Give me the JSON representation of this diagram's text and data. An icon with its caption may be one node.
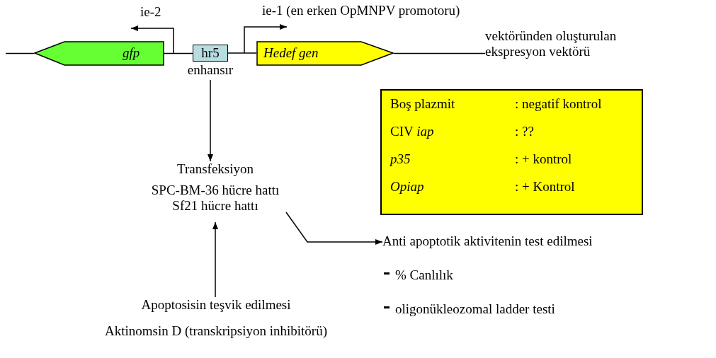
{
  "diagram": {
    "nodes": [
      {
        "text": [
          "gfp"
        ]
      },
      {
        "text": [
          "hr5"
        ],
        "beside": [
          "enhansır"
        ]
      },
      {
        "text": [
          "Hedef gen"
        ]
      },
      {
        "text": [
          "Transfeksiyon",
          "SPC-BM-36 hücre hattı Sf21 hücre hattı"
        ]
      },
      {
        "text": [
          "Apoptosisin teşvik edilmesi",
          "Aktinomsin D (transkripsiyon inhibitörü)"
        ]
      },
      {
        "text": [
          "Anti apoptotik aktivitenin test edilmesi",
          "% Canlılık",
          "oligonükleozomal ladder testi"
        ]
      },
      {
        "text": [
          "Boş plazmit",
          ": negatif kontrol",
          "CIV *iap*",
          ": ??",
          "p35",
          ": + kontrol",
          "Opiap",
          ": + Kontrol"
        ]
      },
      {
        "text": [
          "vektöründen oluşturulan ekspresyon vektörü"
        ]
      }
    ],
    "edges": [
      {
        "from": 1,
        "to": 3,
        "arrow": "to"
      },
      {
        "from": 4,
        "to": 3,
        "arrow": "to"
      },
      {
        "from": 3,
        "to": 5,
        "arrow": "to"
      },
      {
        "from": null,
        "to": 0,
        "arrow": "none"
      },
      {
        "from": 0,
        "to": 1,
        "arrow": "none"
      },
      {
        "from": 1,
        "to": 2,
        "arrow": "none"
      },
      {
        "from": 2,
        "to": 7,
        "arrow": "none"
      }
    ],
    "labels": [
      "ie-2",
      "ie-1 (en erken OpMNPV promotoru)"
    ]
  }
}
